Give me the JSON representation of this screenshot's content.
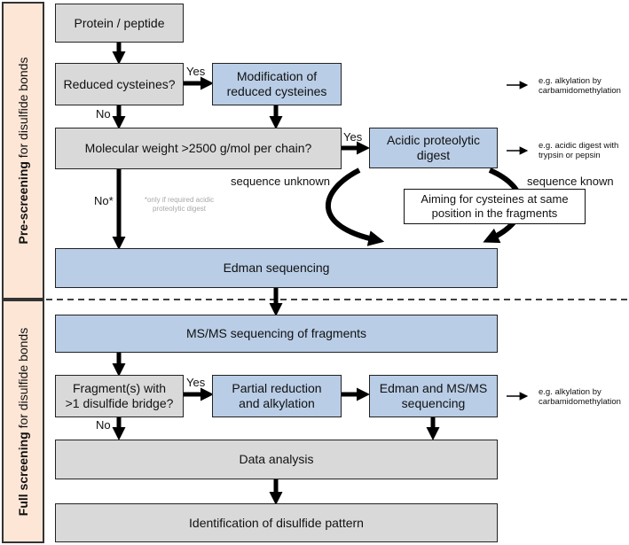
{
  "side_labels": {
    "pre": {
      "bold": "Pre-screening",
      "rest": " for disulfide bonds"
    },
    "full": {
      "bold": "Full screening",
      "rest": " for disulfide bonds"
    }
  },
  "boxes": {
    "protein": "Protein / peptide",
    "reduced_cys": "Reduced cysteines?",
    "modification": "Modification of\nreduced cysteines",
    "mol_weight": "Molecular weight >2500 g/mol per chain?",
    "acidic": "Acidic proteolytic\ndigest",
    "aiming": "Aiming for cysteines at same\nposition in the fragments",
    "edman": "Edman sequencing",
    "msms": "MS/MS sequencing of fragments",
    "fragments": "Fragment(s) with\n>1 disulfide bridge?",
    "partial": "Partial reduction\nand alkylation",
    "edman_msms": "Edman and MS/MS\nsequencing",
    "data": "Data analysis",
    "identification": "Identification of disulfide pattern"
  },
  "labels": {
    "yes1": "Yes",
    "no1": "No",
    "yes2": "Yes",
    "no_star": "No*",
    "seq_unknown": "sequence unknown",
    "seq_known": "sequence known",
    "yes3": "Yes",
    "no3": "No"
  },
  "notes": {
    "note1": "e.g. alkylation by\ncarbamidomethylation",
    "note2": "e.g. acidic digest with\ntrypsin or pepsin",
    "note3": "e.g. alkylation by\ncarbamidomethylation",
    "only_if": "*only if required acidic\nproteolytic digest"
  },
  "colors": {
    "gray_box": "#d9d9d9",
    "blue_box": "#b9cde6",
    "side_panel": "#fde6d6"
  }
}
